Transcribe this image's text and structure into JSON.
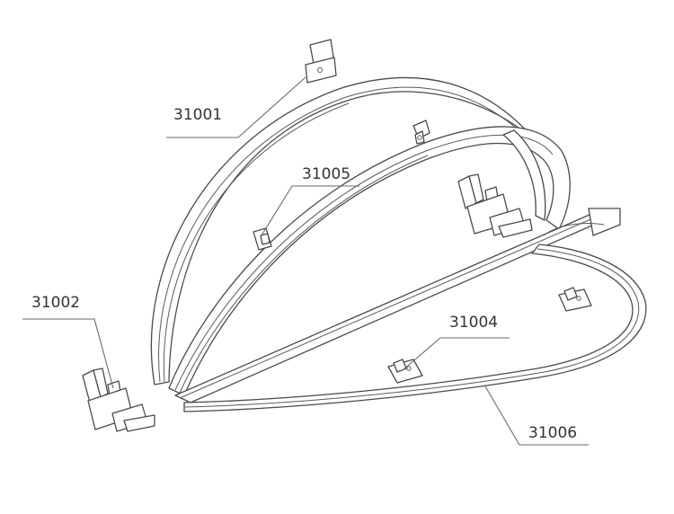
{
  "diagram": {
    "callouts": [
      {
        "id": "c1",
        "label": "31001"
      },
      {
        "id": "c2",
        "label": "31005"
      },
      {
        "id": "c3",
        "label": "31002"
      },
      {
        "id": "c4",
        "label": "31004"
      },
      {
        "id": "c5",
        "label": "31006"
      }
    ]
  },
  "colors": {
    "line": "#4a4a4a",
    "background": "#ffffff",
    "text": "#333333"
  }
}
